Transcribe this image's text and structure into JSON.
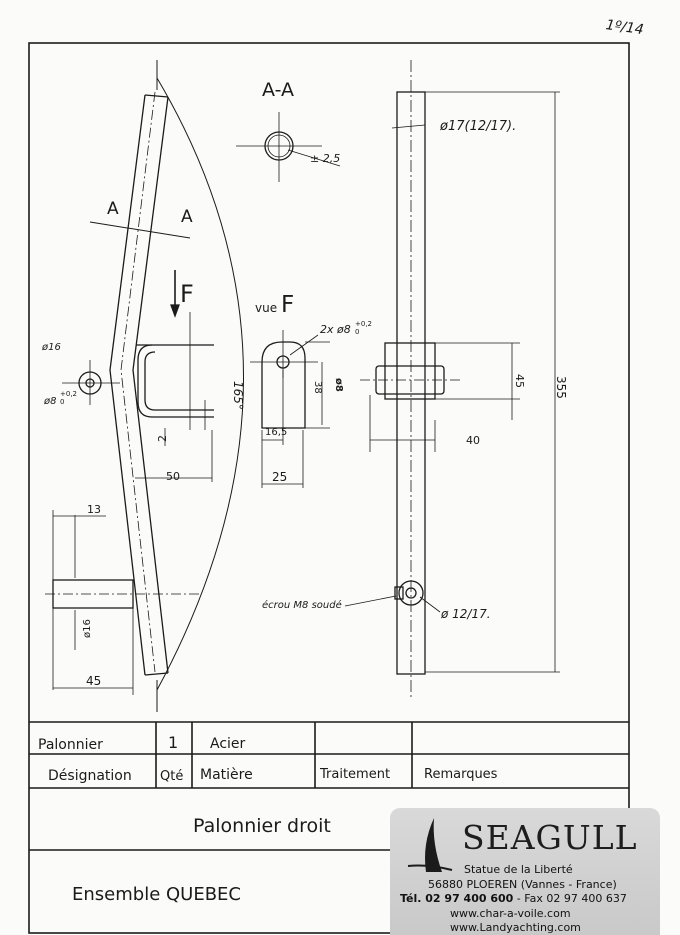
{
  "page_number": "1º/14",
  "drawing": {
    "section_label": "A-A",
    "section_mark_left": "A",
    "section_mark_right": "A",
    "view_arrow_label": "F",
    "view_label_prefix": "vue",
    "view_label_letter": "F",
    "dim_tube_outer": "ø17(12/17).",
    "dim_wall": "± 2,5",
    "dim_holes": "2x ø8",
    "dim_holes_tol": "+0,2",
    "dim_holes_tol2": "0",
    "dim_16_left": "ø16",
    "dim_8_left": "ø8",
    "dim_8_left_tol": "+0,2",
    "dim_8_left_tol2": "0",
    "angle": "165°",
    "dim_2": "2",
    "dim_50": "50",
    "dim_38": "38",
    "dim_16_5": "16,5",
    "dim_25": "25",
    "dim_8_mid": "ø8",
    "dim_45_right": "45",
    "dim_40": "40",
    "dim_355": "355",
    "dim_13": "13",
    "dim_16_bottom": "ø16",
    "dim_45_bottom": "45",
    "nut_label": "écrou M8 soudé",
    "dim_12_17": "ø 12/17."
  },
  "title_block": {
    "item_name": "Palonnier",
    "item_qty": "1",
    "item_material": "Acier",
    "header_designation": "Désignation",
    "header_qty": "Qté",
    "header_material": "Matière",
    "header_treatment": "Traitement",
    "header_remarks": "Remarques",
    "part_title": "Palonnier droit",
    "assembly": "Ensemble QUEBEC"
  },
  "card": {
    "brand": "SEAGULL",
    "line1": "Statue de la Liberté",
    "line2": "56880 PLOEREN (Vannes - France)",
    "tel": "Tél. 02 97 400 600",
    "fax": " - Fax 02 97 400 637",
    "web1": "www.char-a-voile.com",
    "web2": "www.Landyachting.com"
  }
}
